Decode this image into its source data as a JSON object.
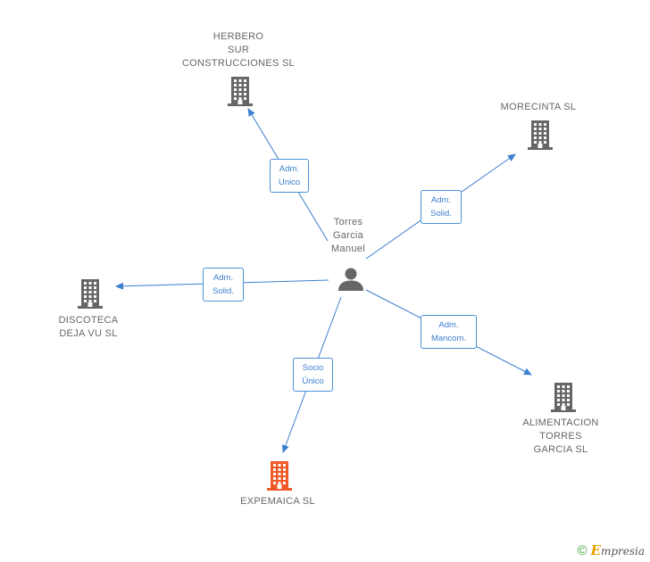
{
  "center": {
    "name_lines": [
      "Torres",
      "Garcia",
      "Manuel"
    ],
    "icon": "person-icon"
  },
  "companies": [
    {
      "id": "herbero",
      "lines": [
        "HERBERO",
        "SUR",
        "CONSTRUCCIONES SL"
      ],
      "icon": "building-icon",
      "color": "#666666"
    },
    {
      "id": "morecinta",
      "lines": [
        "MORECINTA SL"
      ],
      "icon": "building-icon",
      "color": "#666666"
    },
    {
      "id": "discoteca",
      "lines": [
        "DISCOTECA",
        "DEJA VU SL"
      ],
      "icon": "building-icon",
      "color": "#666666"
    },
    {
      "id": "alimentacion",
      "lines": [
        "ALIMENTACION",
        "TORRES",
        "GARCIA SL"
      ],
      "icon": "building-icon",
      "color": "#666666"
    },
    {
      "id": "expemaica",
      "lines": [
        "EXPEMAICA SL"
      ],
      "icon": "building-icon",
      "color": "#f05a28"
    }
  ],
  "relations": [
    {
      "to": "herbero",
      "lines": [
        "Adm.",
        "Unico"
      ]
    },
    {
      "to": "morecinta",
      "lines": [
        "Adm.",
        "Solid."
      ]
    },
    {
      "to": "discoteca",
      "lines": [
        "Adm.",
        "Solid."
      ]
    },
    {
      "to": "alimentacion",
      "lines": [
        "Adm.",
        "Mancom."
      ]
    },
    {
      "to": "expemaica",
      "lines": [
        "Socio",
        "Único"
      ]
    }
  ],
  "colors": {
    "edge": "#3b7fcf",
    "node": "#666666",
    "highlight": "#f05a28"
  },
  "footer": {
    "copyright_symbol": "©",
    "brand_initial": "E",
    "brand_rest": "mpresia"
  }
}
